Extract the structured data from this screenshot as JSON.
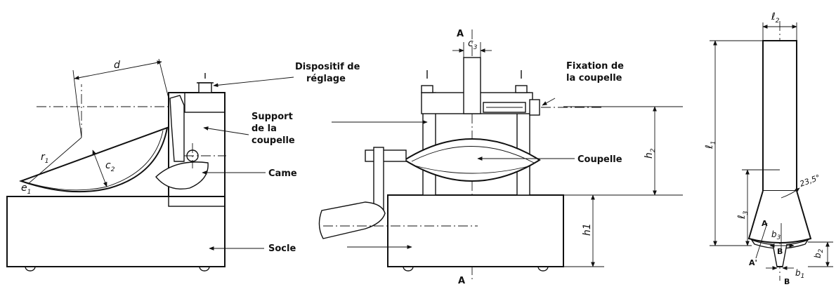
{
  "labels": {
    "dispositif_line1": "Dispositif de",
    "dispositif_line2": "réglage",
    "fixation_line1": "Fixation de",
    "fixation_line2": "la coupelle",
    "support_line1": "Support",
    "support_line2": "de la",
    "support_line3": "coupelle",
    "coupelle": "Coupelle",
    "came": "Came",
    "socle": "Socle"
  },
  "dimensions": {
    "d": "d",
    "r": "r",
    "r_sub": "1",
    "e": "e",
    "e_sub": "1",
    "c2": "c",
    "c2_sub": "2",
    "c3": "c",
    "c3_sub": "3",
    "h2": "h",
    "h2_sub": "2",
    "h1": "h1",
    "l1": "ℓ",
    "l1_sub": "1",
    "l2": "ℓ",
    "l2_sub": "2",
    "l3": "ℓ",
    "l3_sub": "3",
    "b1": "b",
    "b1_sub": "1",
    "b2": "b",
    "b2_sub": "2",
    "b3": "b",
    "b3_sub": "3",
    "angle": "23,5°"
  },
  "section_marks": {
    "a_top": "A",
    "a_bottom": "A",
    "a_right": "A",
    "a_right_prime": "A'",
    "b_top": "B",
    "b_bottom": "B"
  },
  "colors": {
    "ink": "#111111",
    "paper": "#ffffff"
  }
}
